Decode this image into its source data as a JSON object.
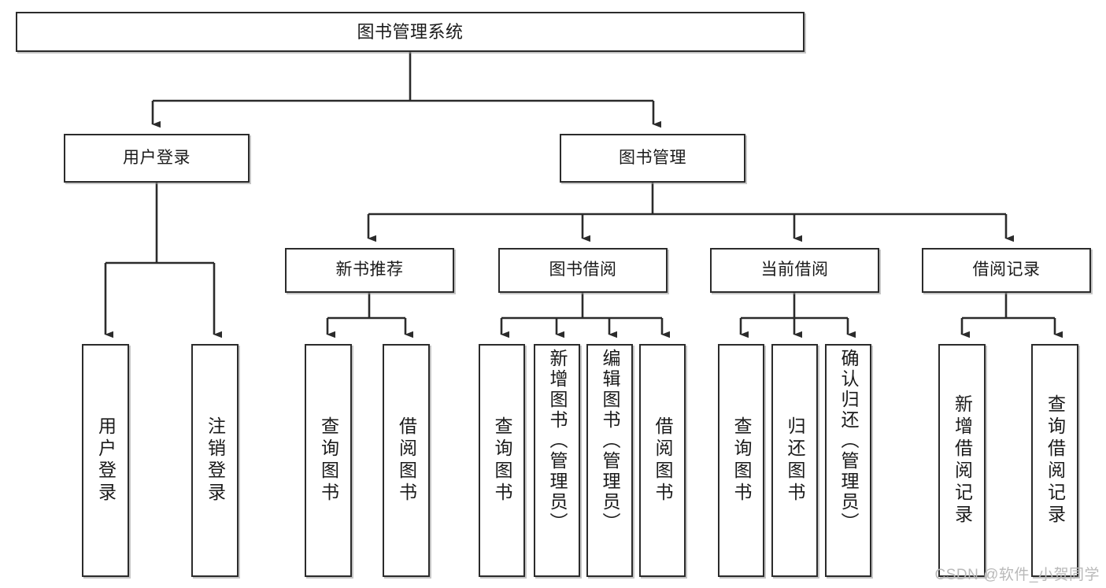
{
  "diagram": {
    "type": "hierarchy-tree",
    "title": "图书管理系统",
    "levels": 4,
    "root": {
      "id": "root",
      "label": "图书管理系统"
    },
    "level2": [
      {
        "id": "user-login",
        "label": "用户登录"
      },
      {
        "id": "book-manage",
        "label": "图书管理"
      }
    ],
    "level3": [
      {
        "id": "new-book-recommend",
        "label": "新书推荐"
      },
      {
        "id": "book-borrow",
        "label": "图书借阅"
      },
      {
        "id": "current-borrow",
        "label": "当前借阅"
      },
      {
        "id": "borrow-record",
        "label": "借阅记录"
      }
    ],
    "leaves": [
      {
        "id": "leaf-user-login",
        "label": "用户登录",
        "parent": "user-login"
      },
      {
        "id": "leaf-logout",
        "label": "注销登录",
        "parent": "user-login"
      },
      {
        "id": "leaf-query-book-1",
        "label": "查询图书",
        "parent": "new-book-recommend"
      },
      {
        "id": "leaf-borrow-book-1",
        "label": "借阅图书",
        "parent": "new-book-recommend"
      },
      {
        "id": "leaf-query-book-2",
        "label": "查询图书",
        "parent": "book-borrow"
      },
      {
        "id": "leaf-add-book",
        "label": "新增图书（管理员）",
        "parent": "book-borrow"
      },
      {
        "id": "leaf-edit-book",
        "label": "编辑图书（管理员）",
        "parent": "book-borrow"
      },
      {
        "id": "leaf-borrow-book-2",
        "label": "借阅图书",
        "parent": "book-borrow"
      },
      {
        "id": "leaf-query-book-3",
        "label": "查询图书",
        "parent": "current-borrow"
      },
      {
        "id": "leaf-return-book",
        "label": "归还图书",
        "parent": "current-borrow"
      },
      {
        "id": "leaf-confirm-return",
        "label": "确认归还（管理员）",
        "parent": "current-borrow"
      },
      {
        "id": "leaf-add-record",
        "label": "新增借阅记录",
        "parent": "borrow-record"
      },
      {
        "id": "leaf-query-record",
        "label": "查询借阅记录",
        "parent": "borrow-record"
      }
    ],
    "colors": {
      "stroke": "#2b2b2b",
      "fill": "#ffffff",
      "text": "#1a1a1a",
      "watermark": "#b9b9b9"
    }
  },
  "watermark": {
    "text": "CSDN @软件_小贺同学"
  }
}
